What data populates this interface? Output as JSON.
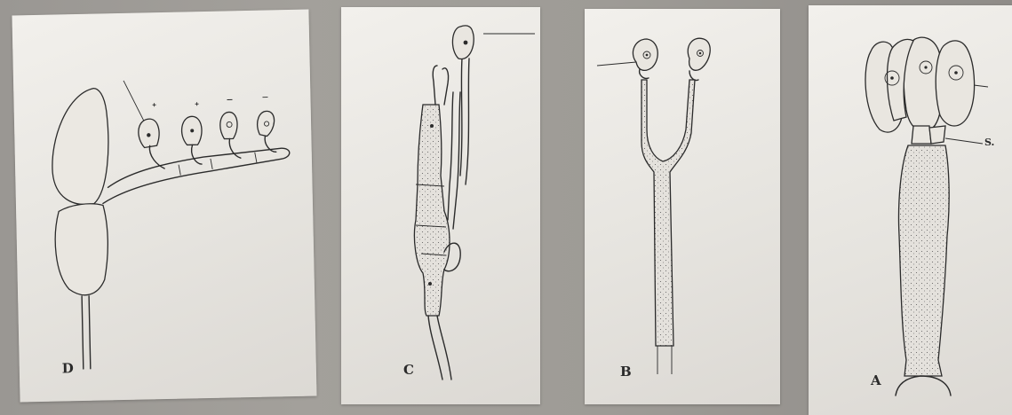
{
  "panels": [
    {
      "id": "D",
      "label": "D"
    },
    {
      "id": "C",
      "label": "C"
    },
    {
      "id": "B",
      "label": "B"
    },
    {
      "id": "A",
      "label": "A"
    }
  ],
  "annotations": {
    "panel_a_side_label": "S."
  }
}
